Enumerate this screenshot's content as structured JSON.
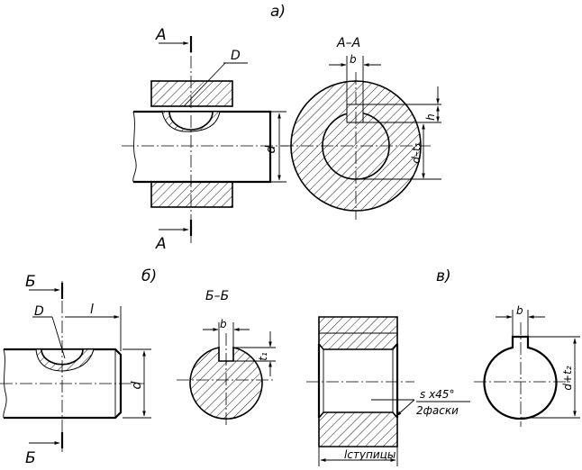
{
  "labels": {
    "fig_a": "а)",
    "fig_b": "б)",
    "fig_v": "в)",
    "section_aa": "А–А",
    "section_bb": "Б–Б",
    "arrow_a_top": "А",
    "arrow_a_bottom": "А",
    "arrow_b_top": "Б",
    "arrow_b_bottom": "Б",
    "cutter_a": "D",
    "cutter_b": "D",
    "dim_b_a": "b",
    "dim_h": "h",
    "dim_d_a": "d",
    "dim_d_minus_t1": "d–t₁",
    "dim_l": "l",
    "dim_d_b": "d",
    "dim_b_b": "b",
    "dim_t1": "t₁",
    "chamfer_line1": "s x45°",
    "chamfer_line2": "2фаски",
    "dim_l_hub": "lступицы",
    "dim_b_v": "b",
    "dim_d_plus_t2": "d+t₂"
  },
  "colors": {
    "ink": "#000000",
    "paper": "#ffffff"
  }
}
